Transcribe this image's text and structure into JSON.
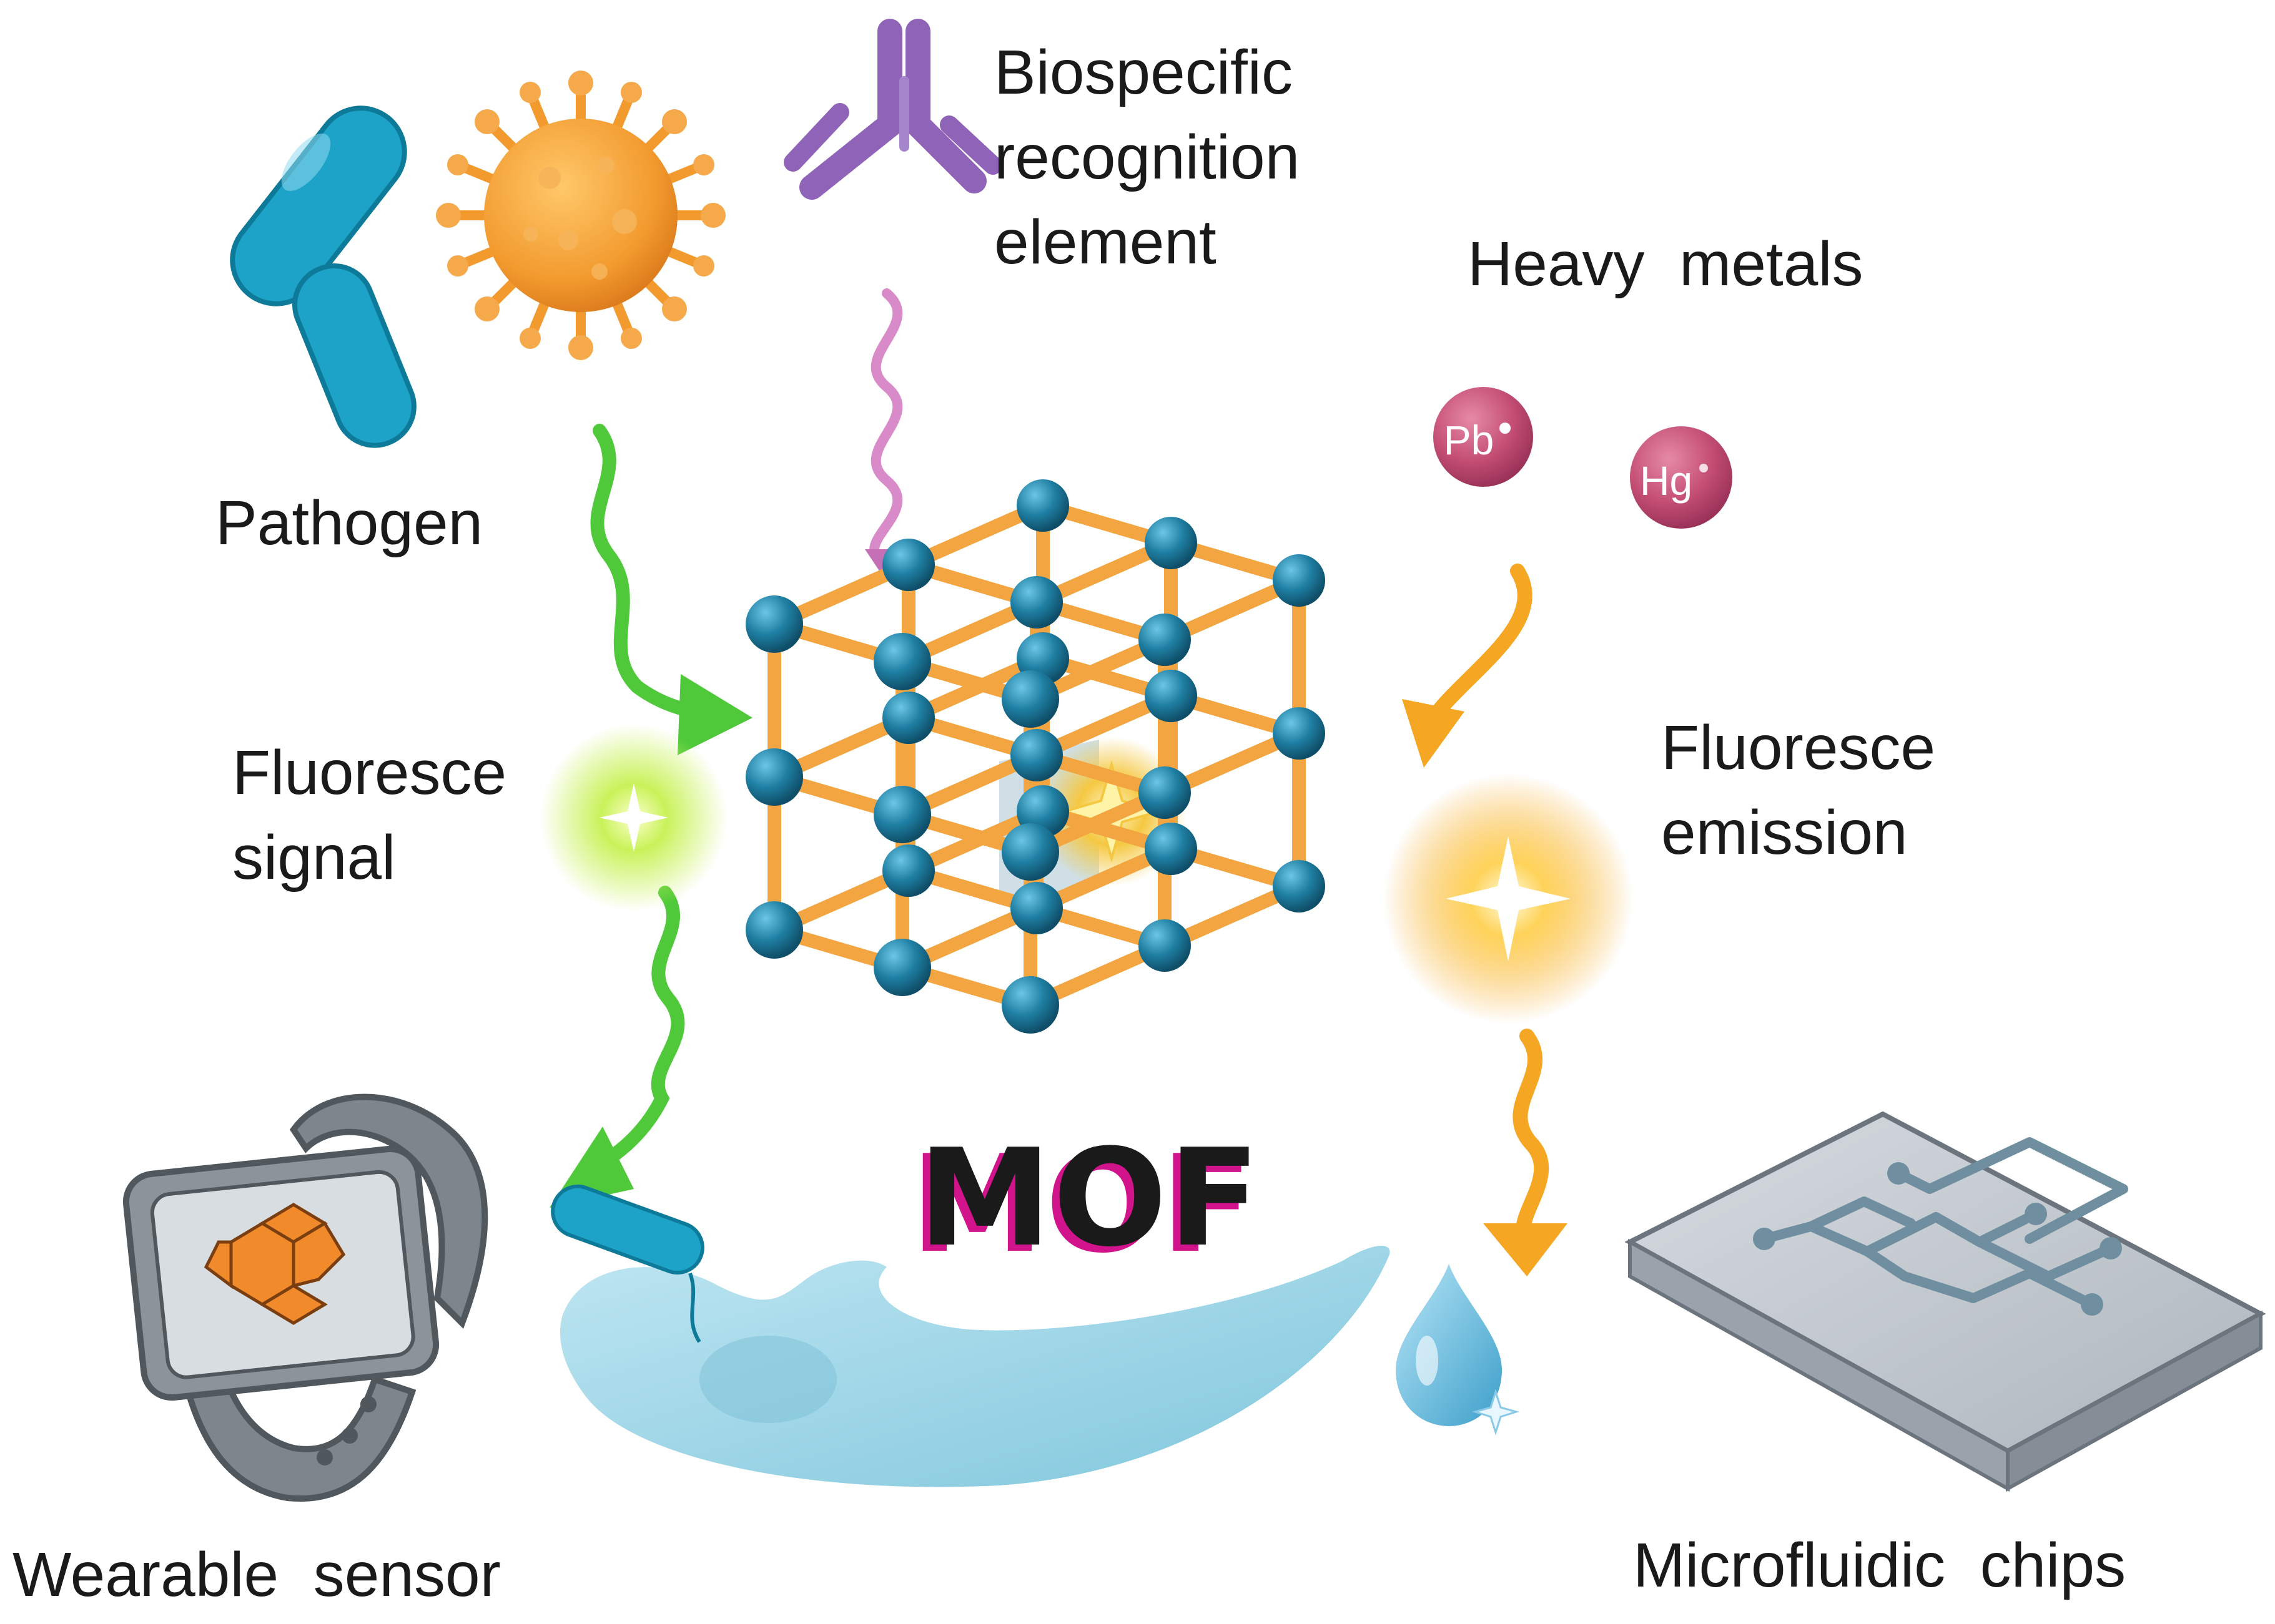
{
  "labels": {
    "pathogen": "Pathogen",
    "biospecific_line1": "Biospecific",
    "biospecific_line2": "recognition",
    "biospecific_line3": "element",
    "heavy_metals": "Heavy  metals",
    "fluor_signal_line1": "Fluoresce",
    "fluor_signal_line2": "signal",
    "fluor_emission_line1": "Fluoresce",
    "fluor_emission_line2": "emission",
    "mof": "MOF",
    "wearable_sensor": "Wearable  sensor",
    "microfluidic_chips": "Microfluidic  chips"
  },
  "ions": {
    "lead": "Pb",
    "mercury": "Hg"
  },
  "colors": {
    "node": "#1f7fa3",
    "rod": "#f2a541",
    "green_arrow": "#4fc93a",
    "orange_arrow": "#f5a623",
    "pink_squiggle": "#d98ac8",
    "bacterium": "#1ea3c8",
    "virus": "#f29a2e",
    "antibody": "#8e63b8",
    "ion_ball": "#c44e74",
    "fluid": "#9fd6e6",
    "mof_shadow": "#d2148c"
  }
}
